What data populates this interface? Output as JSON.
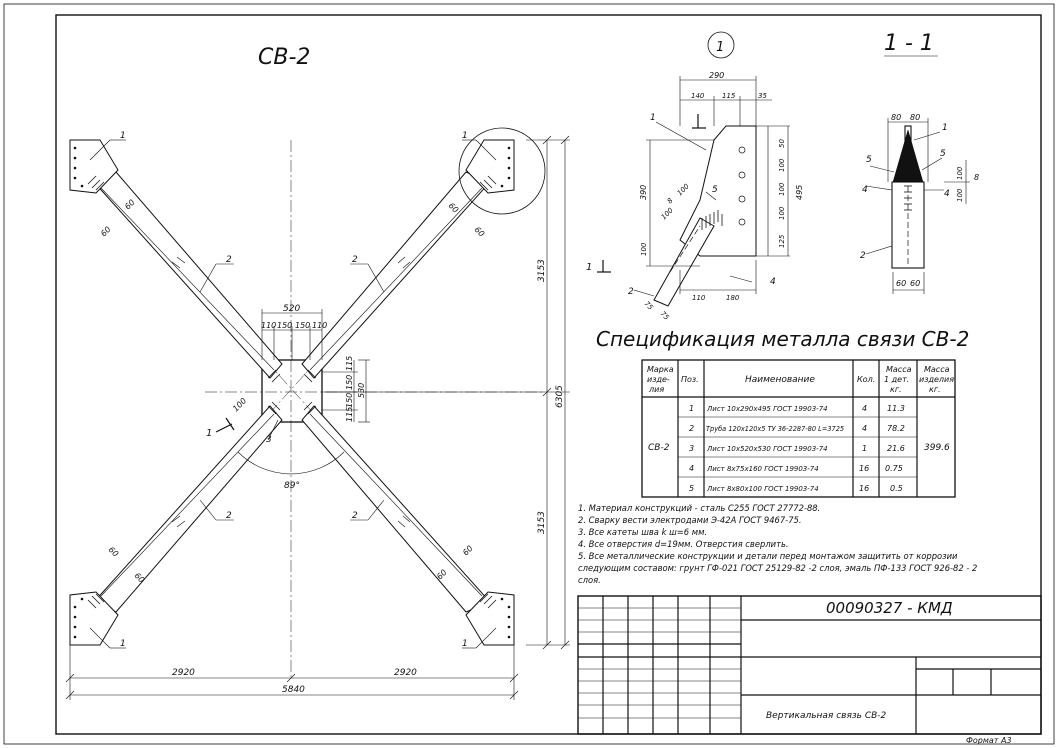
{
  "title": "СВ-2",
  "section": {
    "callout": "1",
    "title": "1 - 1"
  },
  "spec": {
    "title": "Спецификация металла связи СВ-2",
    "headers": {
      "mark": [
        "Марка",
        "изде-",
        "лия"
      ],
      "pos": "Поз.",
      "name": "Наименование",
      "qty": "Кол.",
      "mass_unit": [
        "Масса",
        "1 дет.",
        "кг."
      ],
      "mass_total": [
        "Масса",
        "изделия",
        "кг."
      ]
    },
    "mark": "СВ-2",
    "total_mass": "399.6",
    "rows": [
      {
        "pos": "1",
        "name": "Лист 10х290х495 ГОСТ 19903-74",
        "qty": "4",
        "mass": "11.3"
      },
      {
        "pos": "2",
        "name": "Труба 120х120х5 ТУ 36-2287-80 L=3725",
        "qty": "4",
        "mass": "78.2"
      },
      {
        "pos": "3",
        "name": "Лист 10х520х530 ГОСТ 19903-74",
        "qty": "1",
        "mass": "21.6"
      },
      {
        "pos": "4",
        "name": "Лист 8х75х160 ГОСТ 19903-74",
        "qty": "16",
        "mass": "0.75"
      },
      {
        "pos": "5",
        "name": "Лист 8х80х100 ГОСТ 19903-74",
        "qty": "16",
        "mass": "0.5"
      }
    ]
  },
  "notes": [
    "1. Материал конструкций - сталь С255 ГОСТ 27772-88.",
    "2. Сварку вести электродами Э-42А ГОСТ 9467-75.",
    "3. Все катеты шва k ш=6 мм.",
    "4. Все отверстия d=19мм. Отверстия сверлить.",
    "5. Все металлические конструкции и детали перед монтажом защитить от коррозии",
    "следующим составом: грунт ГФ-021 ГОСТ 25129-82 -2 слоя, эмаль ПФ-133 ГОСТ 926-82 - 2",
    "слоя."
  ],
  "title_block": {
    "code": "00090327 - КМД",
    "name": "Вертикальная связь СВ-2",
    "format": "Формат А3"
  },
  "dims": {
    "d520": "520",
    "d110a": "110",
    "d150a": "150",
    "d150b": "150",
    "d110b": "110",
    "d115a": "115",
    "d150c": "150",
    "d150d": "150",
    "d115b": "115",
    "d530": "530",
    "d100": "100",
    "d60a": "60",
    "d60b": "60",
    "d60c": "60",
    "d60d": "60",
    "d60e": "60",
    "d60f": "60",
    "d60g": "60",
    "d60h": "60",
    "d3153a": "3153",
    "d3153b": "3153",
    "d6305": "6305",
    "d2920a": "2920",
    "d2920b": "2920",
    "d5840": "5840",
    "angle": "89°"
  },
  "labels": {
    "p1": "1",
    "p2": "1",
    "p3": "1",
    "p4": "1",
    "p5": "2",
    "p6": "2",
    "p7": "2",
    "p8": "2",
    "p9": "3",
    "cut": "1"
  },
  "detail_dims": {
    "w290": "290",
    "w140": "140",
    "w115": "115",
    "w35": "35",
    "h50": "50",
    "h100a": "100",
    "h100b": "100",
    "h100c": "100",
    "h125": "125",
    "h495": "495",
    "h390": "390",
    "h100d": "100",
    "d100": "100",
    "d8": "8",
    "d100b": "100",
    "b110": "110",
    "b180": "180",
    "b75a": "75",
    "b75b": "75",
    "l1": "1",
    "l5": "5",
    "l4": "4",
    "l2": "2",
    "cut": "1"
  },
  "section_dims": {
    "w80a": "80",
    "w80b": "80",
    "l1": "1",
    "l5a": "5",
    "l5b": "5",
    "l4a": "4",
    "l4b": "4",
    "h100a": "100",
    "h100b": "100",
    "d8": "8",
    "l2": "2",
    "b60a": "60",
    "b60b": "60"
  }
}
